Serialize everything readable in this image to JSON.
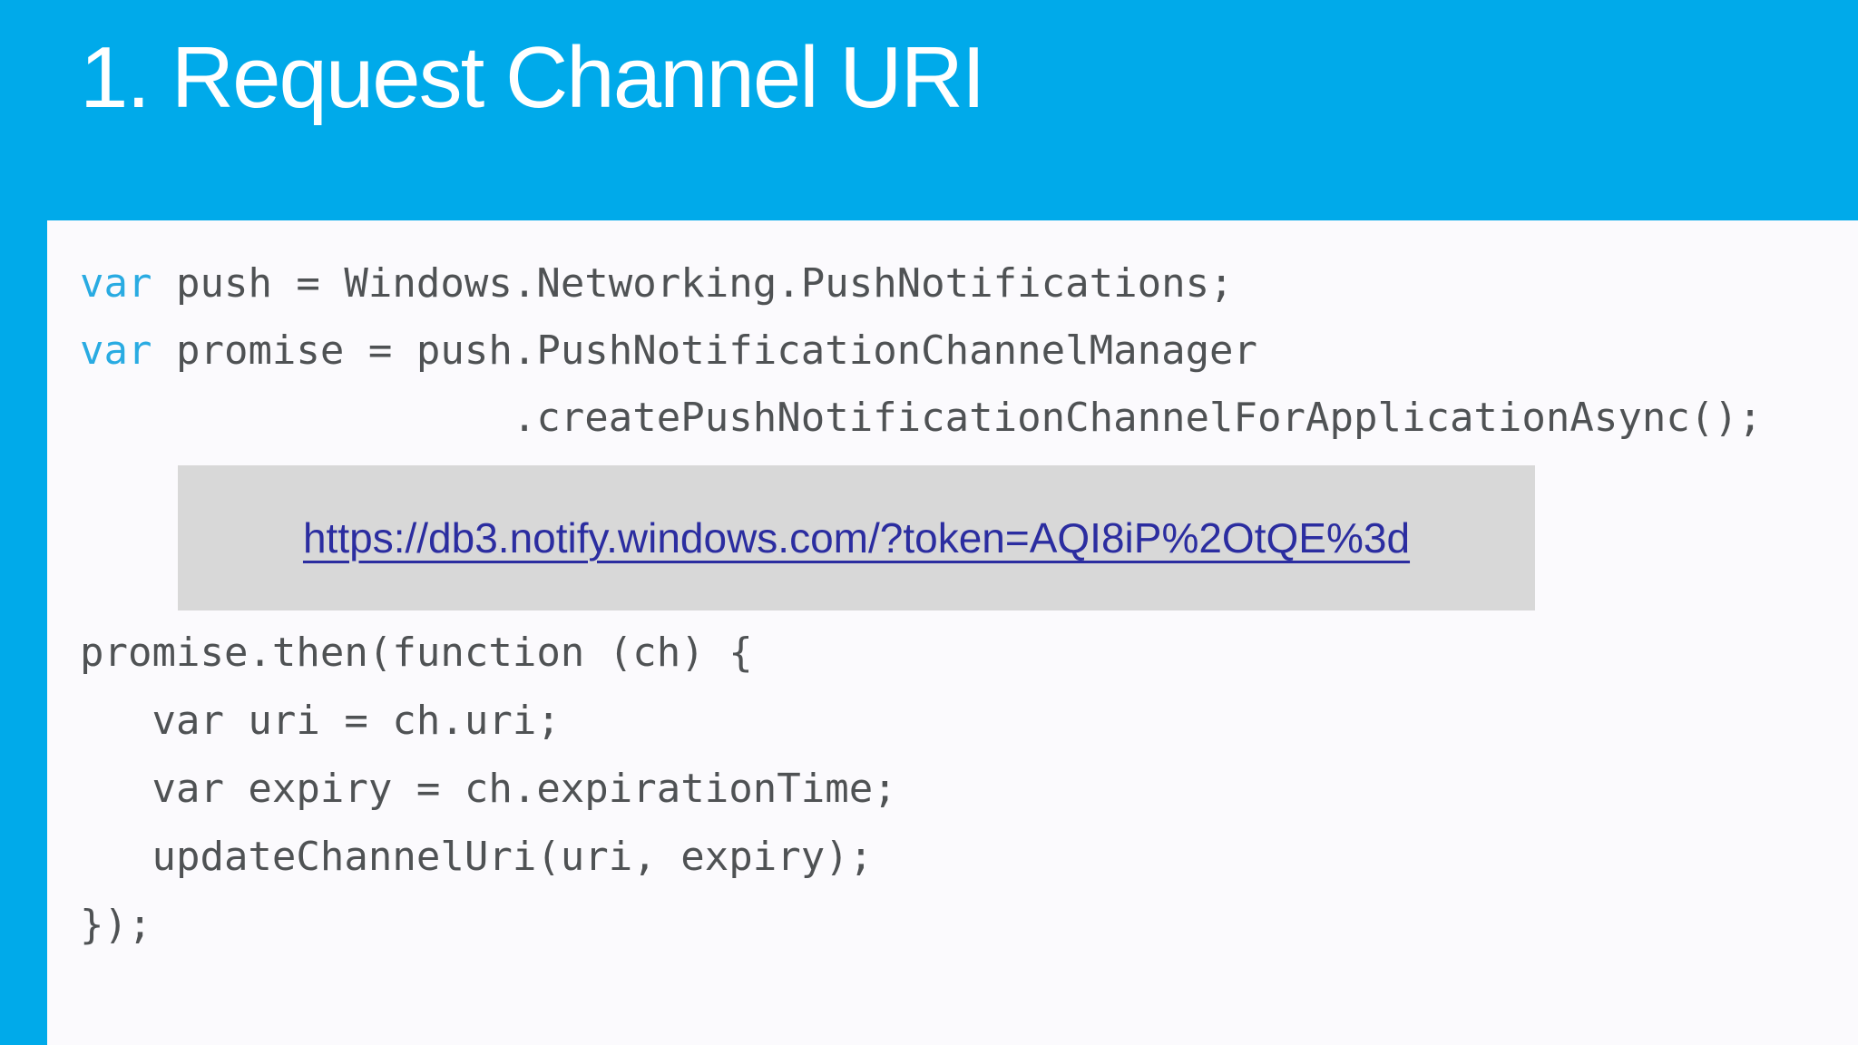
{
  "slide": {
    "title": "1. Request Channel URI",
    "colors": {
      "header_bg": "#00aaea",
      "panel_bg": "#fbfafd",
      "code_text": "#4f5254",
      "keyword": "#29abe2",
      "url_box_bg": "#d8d8d8",
      "link": "#2b2da0",
      "title_text": "#ffffff"
    }
  },
  "code_block_1": {
    "lines": [
      [
        {
          "t": "var",
          "k": true
        },
        {
          "t": " push = Windows.Networking.PushNotifications;"
        }
      ],
      [
        {
          "t": "var",
          "k": true
        },
        {
          "t": " promise = push.PushNotificationChannelManager"
        }
      ],
      [
        {
          "t": "                  .createPushNotificationChannelForApplicationAsync();"
        }
      ]
    ]
  },
  "url_box": {
    "link_text": "https://db3.notify.windows.com/?token=AQI8iP%2OtQE%3d"
  },
  "code_block_2": {
    "lines": [
      [
        {
          "t": "promise.then(function (ch) {"
        }
      ],
      [
        {
          "t": "   var uri = ch.uri;"
        }
      ],
      [
        {
          "t": "   var expiry = ch.expirationTime;"
        }
      ],
      [
        {
          "t": "   updateChannelUri(uri, expiry);"
        }
      ],
      [
        {
          "t": "});"
        }
      ]
    ]
  }
}
